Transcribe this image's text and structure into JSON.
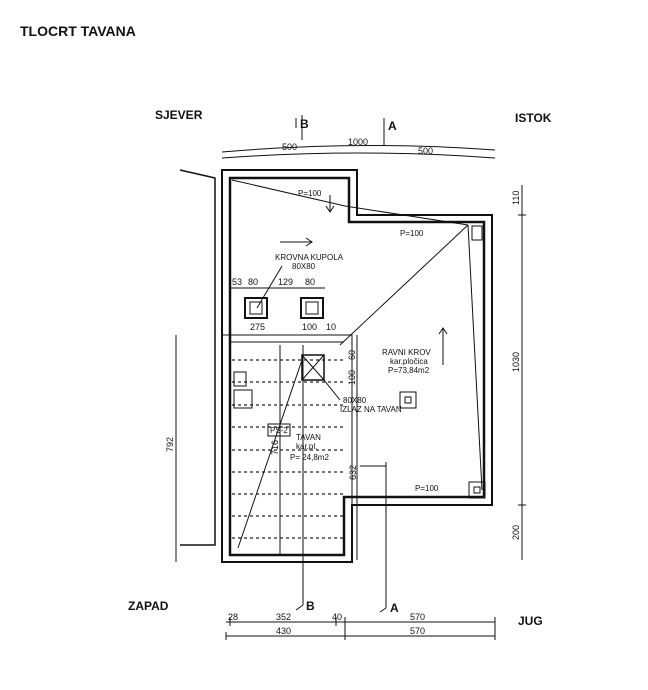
{
  "title": "TLOCRT TAVANA",
  "orientation": {
    "north": "SJEVER",
    "east": "ISTOK",
    "west": "ZAPAD",
    "south": "JUG"
  },
  "sections": {
    "a": "A",
    "b": "B"
  },
  "top_dimensions": [
    "500",
    "1000",
    "500"
  ],
  "right_dimensions": [
    "110",
    "1030",
    "200"
  ],
  "left_dimension": "792",
  "bottom_dimensions_row1": [
    "28",
    "352",
    "40",
    "570"
  ],
  "bottom_dimensions_row2": [
    "430",
    "570"
  ],
  "inner_dimensions": {
    "row_top": [
      "53",
      "80",
      "129",
      "80"
    ],
    "row_mid": [
      "275",
      "100",
      "10"
    ],
    "v632": "632",
    "v716": "716",
    "v60": "60",
    "v100": "100"
  },
  "slopes": {
    "p1": "P=100",
    "p2": "P=100",
    "p3": "P=100"
  },
  "dome": {
    "name": "KROVNA KUPOLA",
    "size": "80X80"
  },
  "flat_roof": {
    "name": "RAVNI KROV",
    "material": "kar.pločica",
    "area": "P=73,84m2"
  },
  "attic_exit": {
    "size": "80X80",
    "name": "IZLAZ NA TAVAN"
  },
  "attic": {
    "tag": "PS-2",
    "name": "TAVAN",
    "material": "kar.pl.",
    "area": "P= 24,8m2"
  }
}
